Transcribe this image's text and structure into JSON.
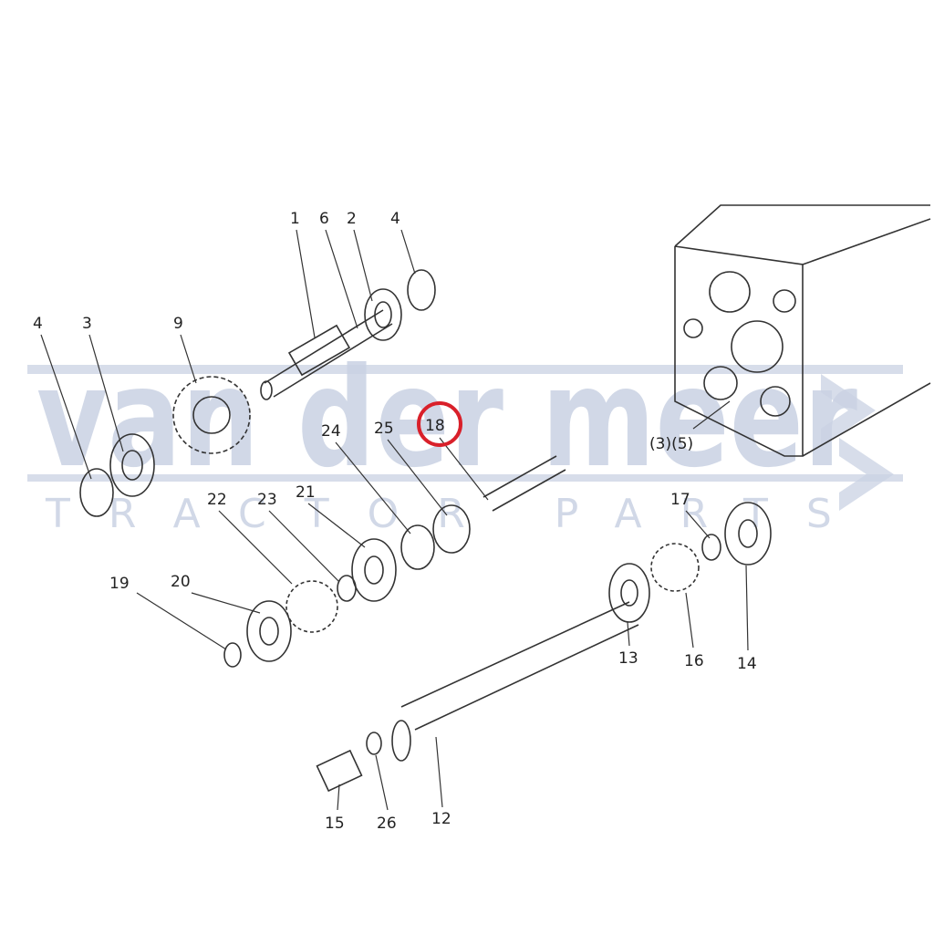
{
  "diagram": {
    "part_labels": [
      "1",
      "6",
      "2",
      "4",
      "4",
      "3",
      "9",
      "24",
      "25",
      "18",
      "(3)(5)",
      "22",
      "23",
      "21",
      "17",
      "19",
      "20",
      "13",
      "16",
      "14",
      "15",
      "26",
      "12"
    ],
    "highlighted_label": "18",
    "highlight_color": "#d9202a"
  },
  "watermark": {
    "brand": "van der meer",
    "tagline": "TRACTOR PARTS",
    "color": "#c9d2e3"
  }
}
